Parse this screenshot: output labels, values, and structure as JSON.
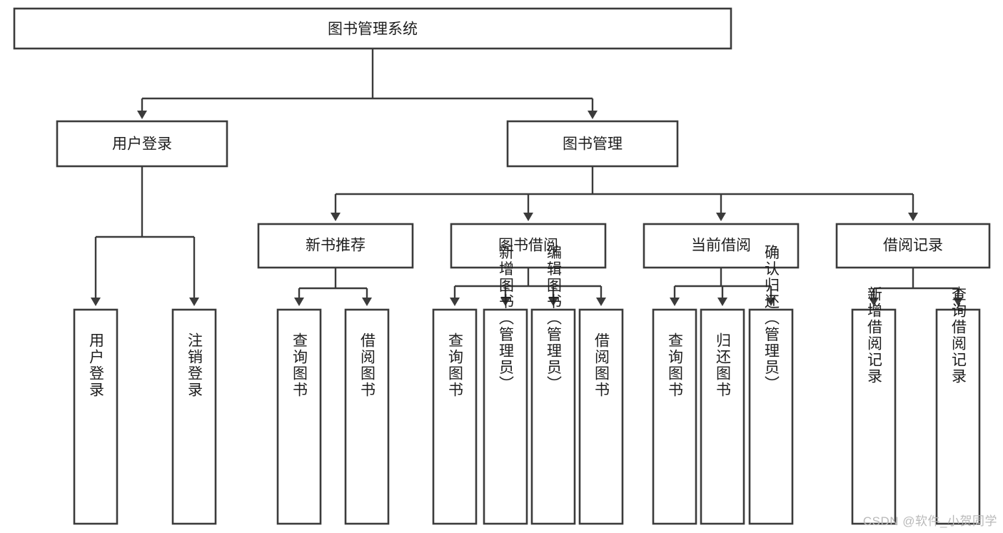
{
  "diagram": {
    "title": "图书管理系统",
    "type": "tree-hierarchy",
    "watermark": "CSDN @软件_小贺同学",
    "colors": {
      "stroke": "#3b3b3b",
      "fill": "#ffffff",
      "text": "#1d1d1d",
      "watermark": "#b9b9b9"
    },
    "nodes": {
      "root": {
        "label": "图书管理系统"
      },
      "level2": [
        {
          "label": "用户登录"
        },
        {
          "label": "图书管理"
        }
      ],
      "level3": [
        {
          "label": "新书推荐"
        },
        {
          "label": "图书借阅"
        },
        {
          "label": "当前借阅"
        },
        {
          "label": "借阅记录"
        }
      ],
      "leaves": {
        "user_login": [
          {
            "label": "用户登录"
          },
          {
            "label": "注销登录"
          }
        ],
        "new_book_recommend": [
          {
            "label": "查询图书"
          },
          {
            "label": "借阅图书"
          }
        ],
        "book_borrow": [
          {
            "label": "查询图书"
          },
          {
            "label": "新增图书（管理员）"
          },
          {
            "label": "编辑图书（管理员）"
          },
          {
            "label": "借阅图书"
          }
        ],
        "current_borrow": [
          {
            "label": "查询图书"
          },
          {
            "label": "归还图书"
          },
          {
            "label": "确认归还（管理员）"
          }
        ],
        "borrow_record": [
          {
            "label": "新增借阅记录"
          },
          {
            "label": "查询借阅记录"
          }
        ]
      }
    }
  }
}
